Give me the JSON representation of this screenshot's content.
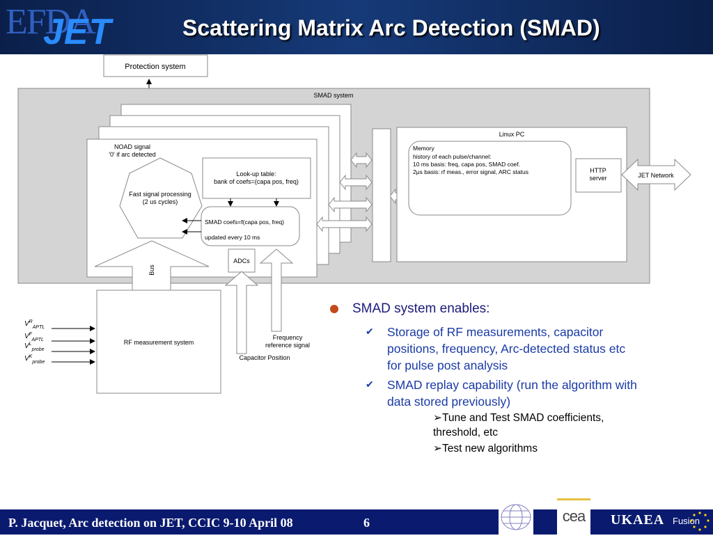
{
  "header": {
    "title": "Scattering Matrix Arc Detection (SMAD)",
    "logo_efda": "EFDA",
    "logo_jet": "JET"
  },
  "diagram": {
    "protection_system": "Protection system",
    "smad_system": "SMAD system",
    "noad_signal_line1": "NOAD signal",
    "noad_signal_line2": "'0' if arc detected",
    "fast_signal_line1": "Fast signal processing",
    "fast_signal_line2": "(2 us cycles)",
    "lookup_line1": "Look-up table:",
    "lookup_line2": "bank of coefs=(capa pos, freq)",
    "smad_coefs_line1": "SMAD coefs=f(capa pos, freq)",
    "smad_coefs_line2": "updated every 10 ms",
    "adcs": "ADCs",
    "bus": "Bus",
    "linux_pc": "Linux PC",
    "memory_line1": "Memory",
    "memory_line2": "history of each pulse/channel:",
    "memory_line3": "10 ms basis: freq, capa pos, SMAD coef.",
    "memory_line4": "2μs basis: rf meas., error signal, ARC status",
    "http_line1": "HTTP",
    "http_line2": "server",
    "jet_network": "JET Network",
    "rf_measurement": "RF measurement system",
    "frequency_line1": "Frequency",
    "frequency_line2": "reference signal",
    "capacitor_position": "Capacitor Position",
    "inputs": [
      {
        "base": "V",
        "sup": "R",
        "sub": "APTL"
      },
      {
        "base": "V",
        "sup": "F",
        "sub": "APTL"
      },
      {
        "base": "V",
        "sup": "L",
        "sub": "probe"
      },
      {
        "base": "V",
        "sup": "K",
        "sub": "probe"
      }
    ]
  },
  "bullets": {
    "main": "SMAD system enables:",
    "items": [
      {
        "line1": "Storage of RF measurements, capacitor",
        "line2": "positions, frequency, Arc-detected status etc",
        "line3": "for pulse post analysis"
      },
      {
        "line1": "SMAD replay capability (run the algorithm with",
        "line2": "data stored previously)"
      }
    ],
    "subitems": [
      {
        "line1": "Tune and Test SMAD coefficients,",
        "line2": "threshold, etc"
      },
      {
        "line1": "Test new algorithms"
      }
    ]
  },
  "footer": {
    "text": "P. Jacquet, Arc detection on JET, CCIC 9-10 April 08",
    "page": "6",
    "logo_ukaea": "UKAEA",
    "logo_fusion": "Fusion",
    "logo_cea": "cea"
  },
  "colors": {
    "header_bg": "#0b1f4a",
    "footer_bg": "#0a1a6e",
    "bullet_text": "#1a3aa6",
    "bullet_dot": "#c44a1a"
  }
}
